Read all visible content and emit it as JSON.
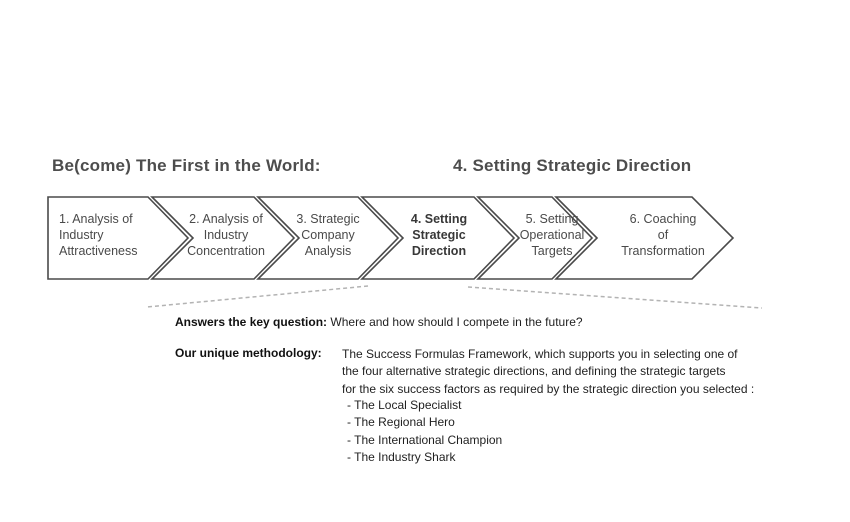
{
  "slide": {
    "title_left": "Be(come) The First in the World:",
    "title_right": "4. Setting Strategic Direction"
  },
  "process": {
    "steps": [
      {
        "label": "1. Analysis of\nIndustry\nAttractiveness",
        "highlighted": false
      },
      {
        "label": "2. Analysis of\nIndustry\nConcentration",
        "highlighted": false
      },
      {
        "label": "3. Strategic\nCompany\nAnalysis",
        "highlighted": false
      },
      {
        "label": "4. Setting\nStrategic\nDirection",
        "highlighted": true
      },
      {
        "label": "5. Setting\nOperational\nTargets",
        "highlighted": false
      },
      {
        "label": "6. Coaching\nof\nTransformation",
        "highlighted": false
      }
    ]
  },
  "callout": {
    "key_question_label": "Answers the key question:",
    "key_question_text": "Where and how should I compete in the future?",
    "methodology_label": "Our unique methodology:",
    "methodology_text": "The Success Formulas Framework, which supports you in selecting one of\nthe four alternative strategic directions, and defining the strategic targets\nfor the six success factors as required by the strategic direction you selected :",
    "options": [
      "- The Local Specialist",
      "- The Regional Hero",
      "- The International Champion",
      "- The Industry Shark"
    ]
  },
  "colors": {
    "chevron_fill": "#ffffff",
    "highlight_fill": "#bfbfbf",
    "chevron_border": "#4a4a4a",
    "dotted_line": "#b3b3b3"
  }
}
